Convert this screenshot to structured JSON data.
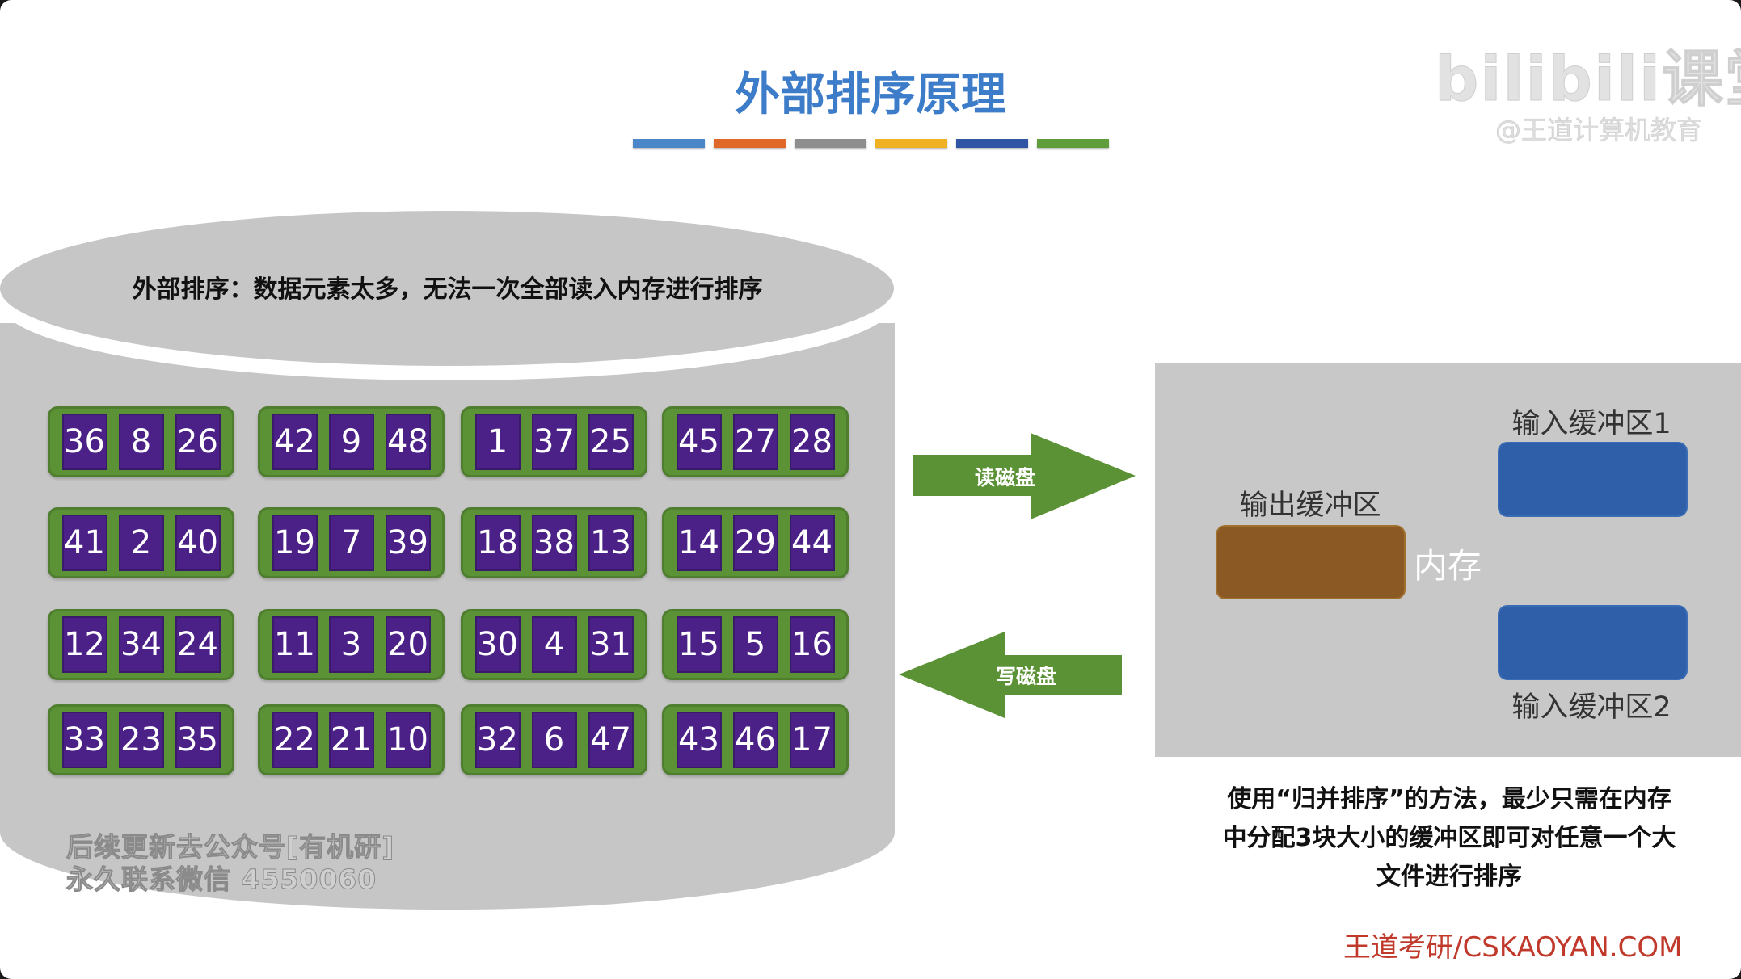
{
  "title": "外部排序原理",
  "title_bar_colors": [
    "#4a86c8",
    "#e0692a",
    "#8e8e8e",
    "#f0b123",
    "#2f55a4",
    "#5f9e3a"
  ],
  "watermark": {
    "logo": "bilibili课堂",
    "sub": "@王道计算机教育"
  },
  "disk": {
    "caption": "外部排序：数据元素太多，无法一次全部读入内存进行排序",
    "rows": [
      [
        [
          36,
          8,
          26
        ],
        [
          42,
          9,
          48
        ],
        [
          1,
          37,
          25
        ],
        [
          45,
          27,
          28
        ]
      ],
      [
        [
          41,
          2,
          40
        ],
        [
          19,
          7,
          39
        ],
        [
          18,
          38,
          13
        ],
        [
          14,
          29,
          44
        ]
      ],
      [
        [
          12,
          34,
          24
        ],
        [
          11,
          3,
          20
        ],
        [
          30,
          4,
          31
        ],
        [
          15,
          5,
          16
        ]
      ],
      [
        [
          33,
          23,
          35
        ],
        [
          22,
          21,
          10
        ],
        [
          32,
          6,
          47
        ],
        [
          43,
          46,
          17
        ]
      ]
    ]
  },
  "arrows": {
    "read": "读磁盘",
    "write": "写磁盘"
  },
  "memory": {
    "label": "内存",
    "output_buffer": "输出缓冲区",
    "input_buffer_1": "输入缓冲区1",
    "input_buffer_2": "输入缓冲区2"
  },
  "note_lines": [
    "使用“归并排序”的方法，最少只需在内存",
    "中分配3块大小的缓冲区即可对任意一个大",
    "文件进行排序"
  ],
  "brand": "王道考研/CSKAOYAN.COM",
  "overlay": [
    "后续更新去公众号[有机研]",
    "永久联系微信 4550060"
  ],
  "colors": {
    "group": "#5b9236",
    "cell": "#4b2188",
    "output": "#8b5a24",
    "input": "#2f5fa8",
    "memory": "#c8c8c8",
    "arrow": "#5b9236"
  }
}
